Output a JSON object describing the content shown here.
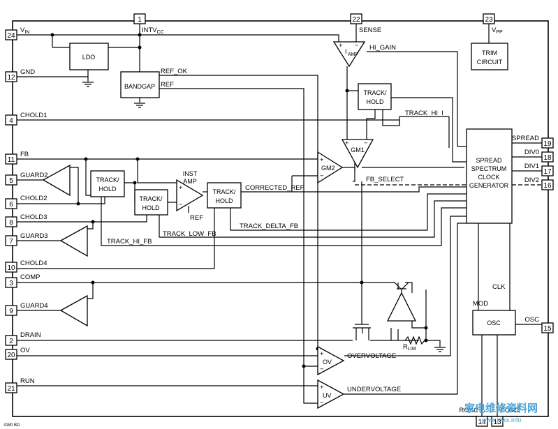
{
  "pins": {
    "p1": {
      "num": "1",
      "label": "INTV",
      "sub": "CC"
    },
    "p2": {
      "num": "2",
      "label": "DRAIN"
    },
    "p3": {
      "num": "3",
      "label": "COMP"
    },
    "p4": {
      "num": "4",
      "label": "CHOLD1"
    },
    "p5": {
      "num": "5",
      "label": "GUARD2"
    },
    "p6": {
      "num": "6",
      "label": "CHOLD2"
    },
    "p7": {
      "num": "7",
      "label": "GUARD3"
    },
    "p8": {
      "num": "8",
      "label": "CHOLD3"
    },
    "p9": {
      "num": "9",
      "label": "GUARD4"
    },
    "p10": {
      "num": "10",
      "label": "CHOLD4"
    },
    "p11": {
      "num": "11",
      "label": "FB"
    },
    "p12": {
      "num": "12",
      "label": "GND"
    },
    "p13": {
      "num": "13",
      "label": "COSC"
    },
    "p14": {
      "num": "14",
      "label": "ROSC"
    },
    "p15": {
      "num": "15",
      "label": "OSC"
    },
    "p16": {
      "num": "16",
      "label": "DIV2"
    },
    "p17": {
      "num": "17",
      "label": "DIV1"
    },
    "p18": {
      "num": "18",
      "label": "DIV0"
    },
    "p19": {
      "num": "19",
      "label": "SPREAD"
    },
    "p20": {
      "num": "20",
      "label": "OV"
    },
    "p21": {
      "num": "21",
      "label": "RUN"
    },
    "p22": {
      "num": "22",
      "label": "SENSE"
    },
    "p23": {
      "num": "23",
      "label": "V",
      "sub": "PP"
    },
    "p24": {
      "num": "24",
      "label": "V",
      "sub": "IN"
    }
  },
  "blocks": {
    "ldo": "LDO",
    "bandgap": "BANDGAP",
    "trim": [
      "TRIM",
      "CIRCUIT"
    ],
    "track_hold": [
      "TRACK/",
      "HOLD"
    ],
    "sscg": [
      "SPREAD",
      "SPECTRUM",
      "CLOCK",
      "GENERATOR"
    ],
    "osc": "OSC",
    "inst_amp": [
      "INST",
      "AMP"
    ],
    "gm1": "GM1",
    "gm2": "GM2",
    "iamp": "I",
    "iamp_sub": "AMP",
    "ov_comp": "OV",
    "uv_comp": "UV"
  },
  "signals": {
    "ref_ok": "REF_OK",
    "ref": "REF",
    "ref2": "REF",
    "hi_gain": "HI_GAIN",
    "track_hi_i": "TRACK_HI_I",
    "fb_select": "FB_SELECT",
    "corrected_ref": "CORRECTED_REF",
    "track_delta_fb": "TRACK_DELTA_FB",
    "track_low_fb": "TRACK_LOW_FB",
    "track_hi_fb": "TRACK_HI_FB",
    "overvoltage": "OVERVOLTAGE",
    "undervoltage": "UNDERVOLTAGE",
    "clk": "CLK",
    "mod": "MOD",
    "rlim": "R",
    "rlim_sub": "LIM"
  },
  "footer": {
    "figure_id": "4180 BD",
    "watermark": "家电维修资料网",
    "watermark_url": "www.jdwx.info"
  }
}
